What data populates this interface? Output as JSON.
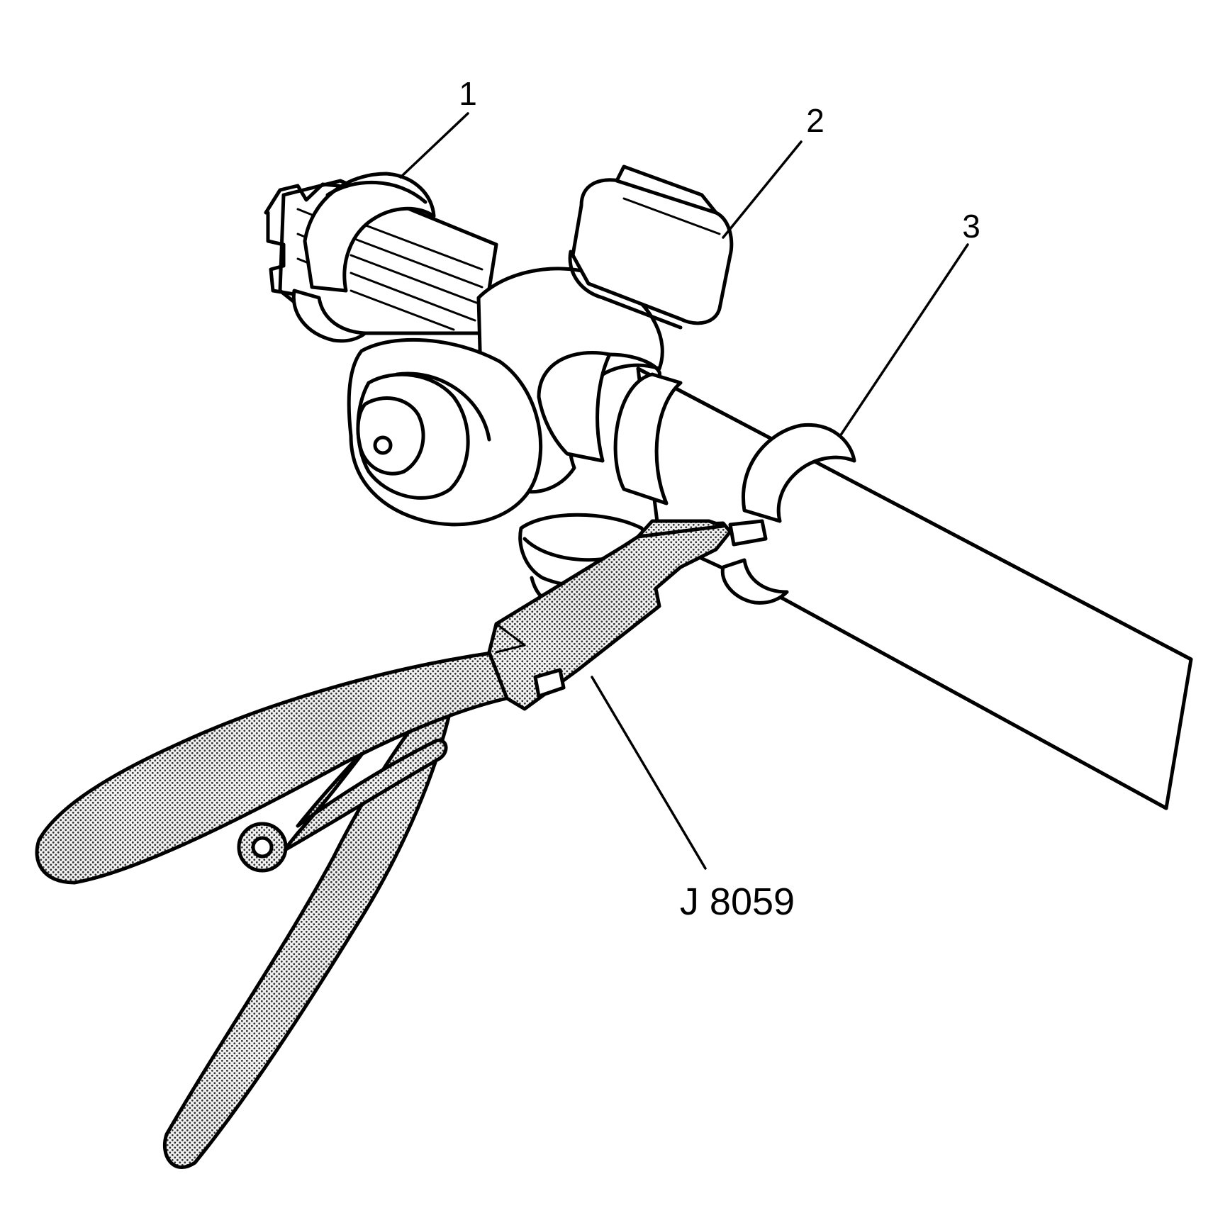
{
  "callouts": {
    "c1": "1",
    "c2": "2",
    "c3": "3"
  },
  "tool": {
    "label": "J 8059"
  },
  "colors": {
    "ink": "#000000",
    "paper": "#ffffff",
    "stipple": "#bdbdbd"
  }
}
